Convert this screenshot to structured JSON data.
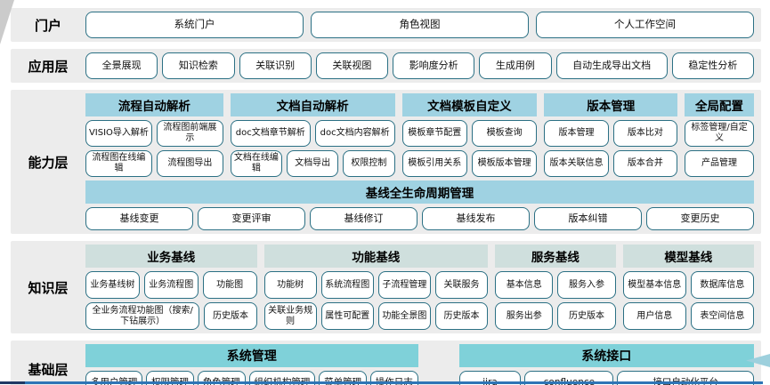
{
  "portal": {
    "label": "门户",
    "buttons": [
      "系统门户",
      "角色视图",
      "个人工作空间"
    ]
  },
  "application": {
    "label": "应用层",
    "buttons": [
      "全景展现",
      "知识检索",
      "关联识别",
      "关联视图",
      "影响度分析",
      "生成用例",
      "自动生成导出文档",
      "稳定性分析"
    ]
  },
  "capability": {
    "label": "能力层",
    "groups": [
      {
        "title": "流程自动解析",
        "rows": [
          [
            "VISIO导入解析",
            "流程图前端展示"
          ],
          [
            "流程图在线编辑",
            "流程图导出"
          ]
        ]
      },
      {
        "title": "文档自动解析",
        "rows": [
          [
            "doc文档章节解析",
            "doc文档内容解析"
          ],
          [
            "文档在线编辑",
            "文档导出",
            "权限控制"
          ]
        ]
      },
      {
        "title": "文档模板自定义",
        "rows": [
          [
            "模板章节配置",
            "模板查询"
          ],
          [
            "模板引用关系",
            "模板版本管理"
          ]
        ]
      },
      {
        "title": "版本管理",
        "rows": [
          [
            "版本管理",
            "版本比对"
          ],
          [
            "版本关联信息",
            "版本合并"
          ]
        ]
      },
      {
        "title": "全局配置",
        "rows": [
          [
            "标签管理/自定义"
          ],
          [
            "产品管理"
          ]
        ]
      }
    ],
    "baseline": {
      "title": "基线全生命周期管理",
      "buttons": [
        "基线变更",
        "变更评审",
        "基线修订",
        "基线发布",
        "版本纠错",
        "变更历史"
      ]
    }
  },
  "knowledge": {
    "label": "知识层",
    "groups": [
      {
        "title": "业务基线",
        "rows": [
          [
            "业务基线树",
            "业务流程图",
            "功能图"
          ],
          [
            "全业务流程功能图（搜索/下钻展示）",
            "历史版本"
          ]
        ]
      },
      {
        "title": "功能基线",
        "rows": [
          [
            "功能树",
            "系统流程图",
            "子流程管理",
            "关联服务"
          ],
          [
            "关联业务规则",
            "属性可配置",
            "功能全景图",
            "历史版本"
          ]
        ]
      },
      {
        "title": "服务基线",
        "rows": [
          [
            "基本信息",
            "服务入参"
          ],
          [
            "服务出参",
            "历史版本"
          ]
        ]
      },
      {
        "title": "模型基线",
        "rows": [
          [
            "模型基本信息",
            "数据库信息"
          ],
          [
            "用户信息",
            "表空间信息"
          ]
        ]
      }
    ]
  },
  "foundation": {
    "label": "基础层",
    "groups": [
      {
        "title": "系统管理",
        "buttons": [
          "多用户管理",
          "权限管理",
          "角色管理",
          "组织机构管理",
          "菜单管理",
          "操作日志"
        ]
      },
      {
        "title": "系统接口",
        "buttons": [
          "jira",
          "confluence",
          "接口自动化平台"
        ],
        "misspelled_label": "jira"
      }
    ]
  },
  "colors": {
    "capability_header": "#9fd2e2",
    "knowledge_header": "#cfdfdd",
    "foundation_header": "#7fd1d9",
    "box_border": "#2b7084",
    "layer_row_background": "#ececec",
    "bottom_line": "#2e75b6",
    "bottom_line_left": "#1f3864",
    "arrow": "#9dd0dd",
    "spellcheck_squiggle": "#d93025"
  }
}
